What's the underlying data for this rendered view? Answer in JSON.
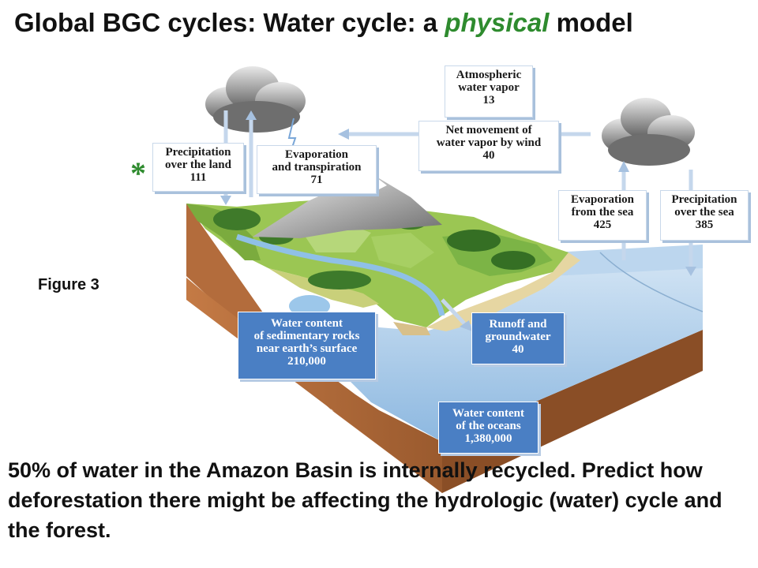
{
  "slide": {
    "title_main": "Global BGC cycles: Water cycle: a ",
    "title_accent": "physical",
    "title_tail": " model",
    "figure_label": "Figure 3",
    "asterisk": "*",
    "question": "50% of water in the Amazon Basin is internally recycled. Predict how deforestation there might be affecting the hydrologic (water) cycle and the forest."
  },
  "diagram": {
    "atmospheric": {
      "line1": "Atmospheric",
      "line2": "water vapor",
      "value": "13"
    },
    "net_movement": {
      "line1": "Net movement of",
      "line2": "water vapor by wind",
      "value": "40"
    },
    "precip_land": {
      "line1": "Precipitation",
      "line2": "over the land",
      "value": "111"
    },
    "evapotranspiration": {
      "line1": "Evaporation",
      "line2": "and transpiration",
      "value": "71"
    },
    "evap_sea": {
      "line1": "Evaporation",
      "line2": "from the sea",
      "value": "425"
    },
    "precip_sea": {
      "line1": "Precipitation",
      "line2": "over the sea",
      "value": "385"
    },
    "sed_rocks": {
      "line1": "Water content",
      "line2": "of sedimentary rocks",
      "line3": "near earth’s surface",
      "value": "210,000"
    },
    "runoff": {
      "line1": "Runoff and",
      "line2": "groundwater",
      "value": "40"
    },
    "oceans": {
      "line1": "Water content",
      "line2": "of the oceans",
      "value": "1,380,000"
    }
  },
  "colors": {
    "accent_green": "#2e8b2e",
    "label_blue": "#4a7fc4",
    "ocean": "#a9cbe8",
    "soil": "#b0683a",
    "land": "#8fbf4a"
  }
}
